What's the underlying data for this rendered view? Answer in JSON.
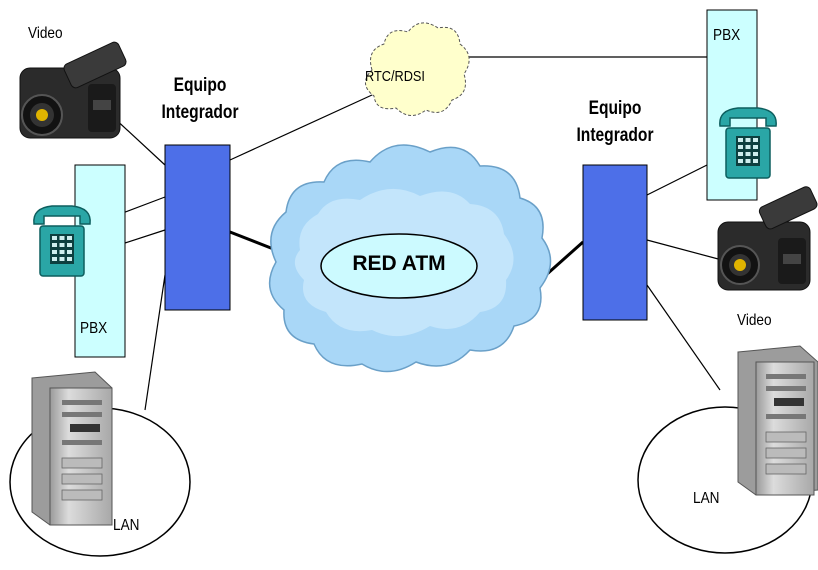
{
  "diagram": {
    "left_device_label": "Video",
    "left_integrator_label": "Equipo Integrador",
    "left_pbx_label": "PBX",
    "left_lan_label": "LAN",
    "rtc_label": "RTC/RDSI",
    "atm_label": "RED ATM",
    "right_integrator_label": "Equipo Integrador",
    "right_pbx_label": "PBX",
    "right_video_label": "Video",
    "right_lan_label": "LAN"
  },
  "colors": {
    "integrator_fill": "#4d6fe8",
    "pbx_fill": "#ccffff",
    "cloud_fill": "#a9d7f7",
    "cloud_highlight": "#d9f0ff",
    "atm_oval_fill": "#ccfaff",
    "rtc_cloud_fill": "#ffffcc",
    "phone_color": "#2aa6a6",
    "camera_color": "#2b2b2b",
    "server_color": "#c8c8c8"
  },
  "icons": [
    "video-camera-icon",
    "telephone-icon",
    "server-icon",
    "cloud-icon"
  ]
}
